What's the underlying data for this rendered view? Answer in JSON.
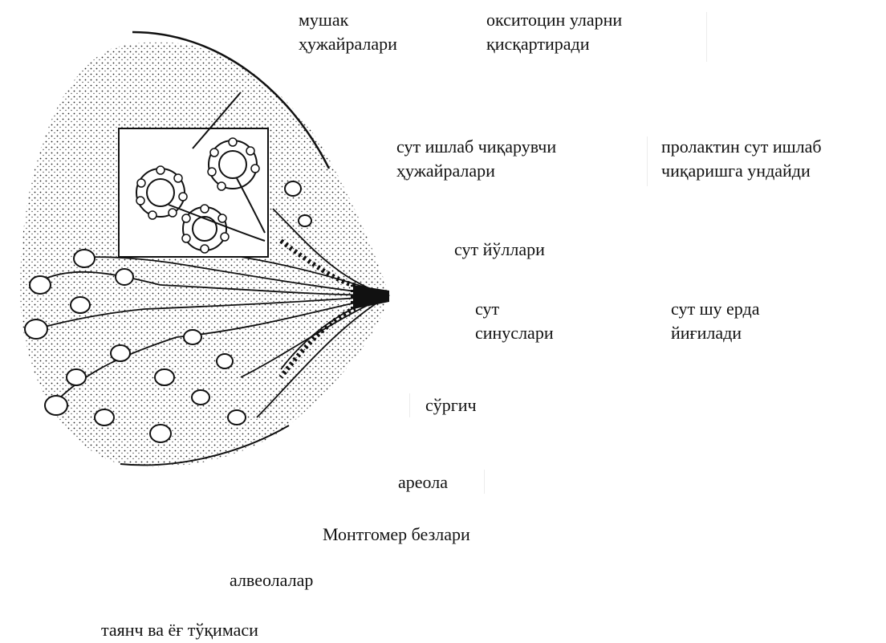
{
  "labels": {
    "muscle_cells": [
      "мушак",
      "ҳужайралари"
    ],
    "oxytocin": [
      "окситоцин уларни",
      "қисқартиради"
    ],
    "milk_producing_cells": [
      "сут ишлаб чиқарувчи",
      "ҳужайралари"
    ],
    "prolactin": [
      "пролактин сут ишлаб",
      "чиқаришга ундайди"
    ],
    "milk_ducts": "сут йўллари",
    "milk_sinuses": [
      "сут",
      "синуслари"
    ],
    "milk_collects": [
      "сут шу ерда",
      "йиғилади"
    ],
    "nipple": "сўргич",
    "areola": "ареола",
    "montgomery_glands": "Монтгомер безлари",
    "alveoli": "алвеолалар",
    "tissue": "таянч ва ёғ тўқимаси"
  }
}
